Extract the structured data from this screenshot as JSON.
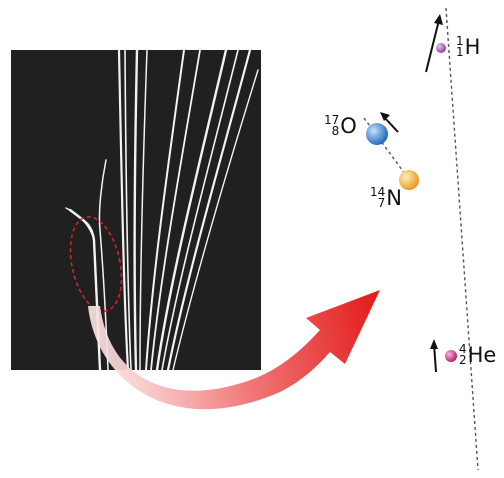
{
  "figure": {
    "photo": {
      "description_icon": "cloud-chamber-photo",
      "track_color": "#f2f2f2",
      "background_color": "#1b1b1b",
      "highlight_ellipse_color": "#d0262b"
    },
    "arrow": {
      "icon": "curved-arrow-icon",
      "color_start": "#fbe3e3",
      "color_end": "#e31b1b"
    },
    "nuclides": [
      {
        "id": "hydrogen",
        "mass": "1",
        "atomic": "1",
        "symbol": "H",
        "color": "#9b4aa6"
      },
      {
        "id": "oxygen",
        "mass": "17",
        "atomic": "8",
        "symbol": "O",
        "color": "#2f7fd4"
      },
      {
        "id": "nitrogen",
        "mass": "14",
        "atomic": "7",
        "symbol": "N",
        "color": "#f0a722"
      },
      {
        "id": "helium",
        "mass": "4",
        "atomic": "2",
        "symbol": "He",
        "color": "#c2247a"
      }
    ]
  }
}
